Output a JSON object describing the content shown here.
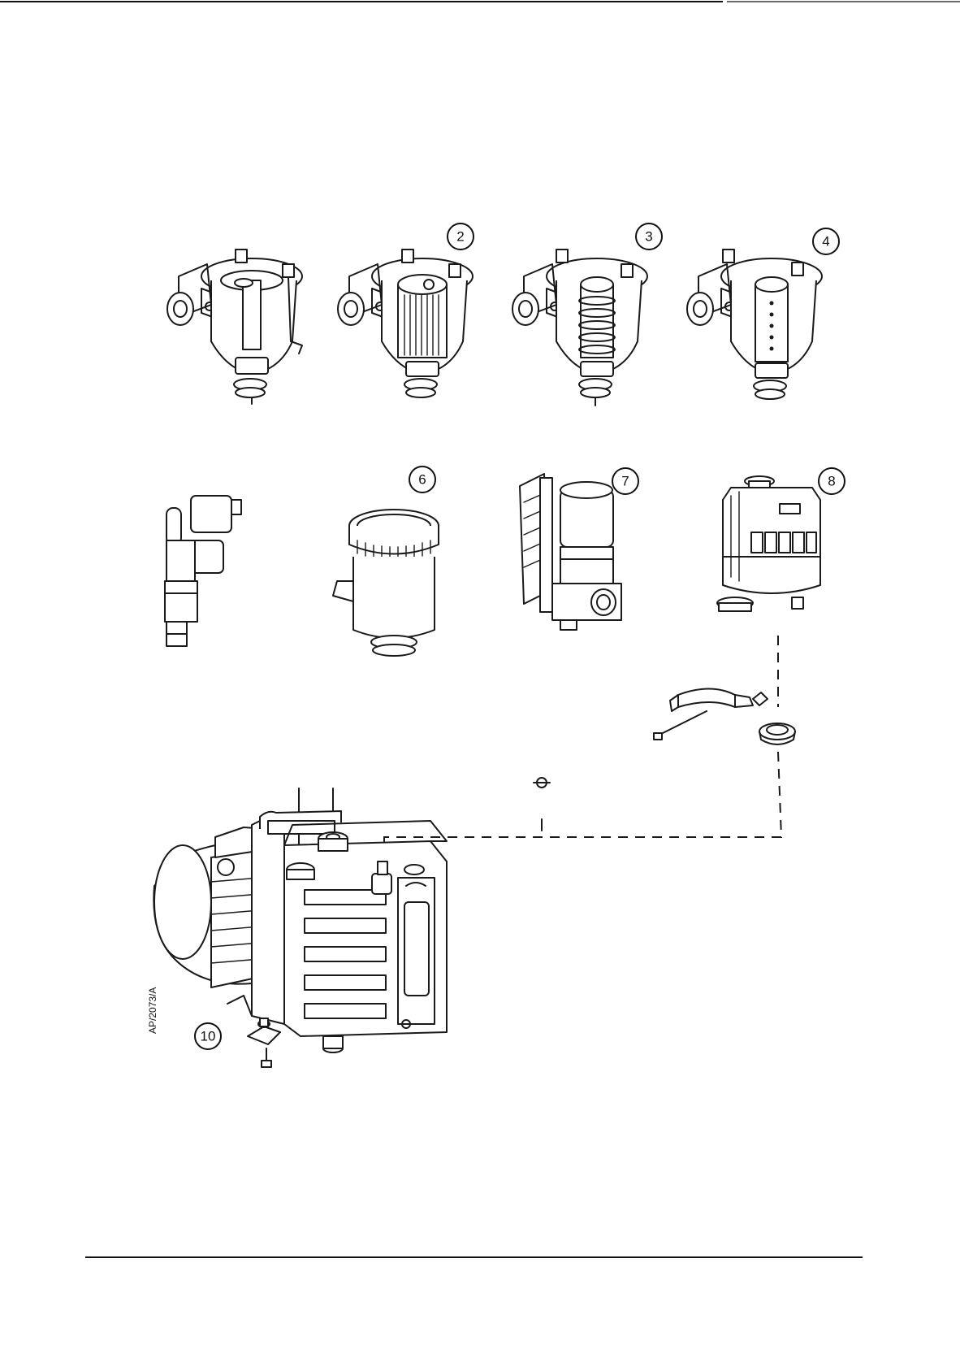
{
  "figure": {
    "reference_code": "AP/2073/A",
    "callouts": [
      "2",
      "3",
      "4",
      "6",
      "7",
      "8",
      "10"
    ]
  },
  "icons": {
    "filter_plain": "filter-housing-icon",
    "filter_cartridge": "filter-cartridge-icon",
    "filter_spring": "filter-spring-element-icon",
    "filter_perforated": "filter-perforated-element-icon",
    "solenoid": "solenoid-valve-icon",
    "trap": "inlet-trap-icon",
    "valve_block": "valve-block-icon",
    "mist_filter": "oil-mist-filter-icon",
    "clamp": "clamp-ring-icon",
    "seal": "centring-seal-icon",
    "pump": "rotary-vacuum-pump-icon",
    "foot": "mounting-foot-icon"
  }
}
